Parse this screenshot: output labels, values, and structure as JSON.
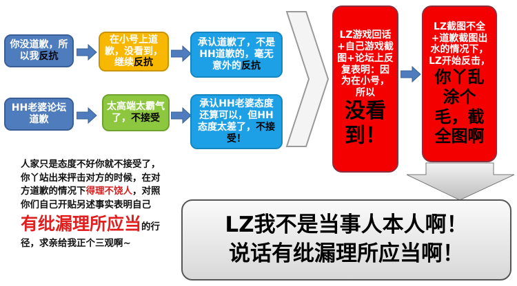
{
  "row1": {
    "box1": [
      "你没道歉，",
      "所以我",
      "反抗"
    ],
    "box2": [
      "在小号上道歉，没看到，",
      "继续",
      "反抗"
    ],
    "box3": [
      "承认道歉了，不是HH道歉的，毫无意外的",
      "反抗"
    ]
  },
  "row2": {
    "box1": "HH老婆论坛道歉",
    "box2": [
      "太高端太霸气了，",
      "不接受"
    ],
    "box3": [
      "承认HH老婆态度还算可以，但HH态度太差了，",
      "不接受！"
    ]
  },
  "red1": {
    "text": "LZ游戏回话+自己游戏截图+论坛上反复表明：因为在小号，所以",
    "big": "没看到！"
  },
  "red2": {
    "text": "LZ截图不全+道歉截图出水的情况下，LZ开始反击，",
    "big": "你丫乱涂个毛，截全图啊"
  },
  "comment": {
    "p1": "人家只是态度不好你就不接受了，你丫站出来抨击对方的时候，在对方道歉的情况下",
    "red1": "得理不饶人",
    "p2": "，对照你们自己开贴另述事实表明自己",
    "red2": "有纰漏理所应当",
    "p3": "的行径，求亲给我正个三观啊~"
  },
  "conclusion": {
    "line1": "LZ我不是当事人本人啊！",
    "line2": "说话有纰漏理所应当啊！"
  }
}
